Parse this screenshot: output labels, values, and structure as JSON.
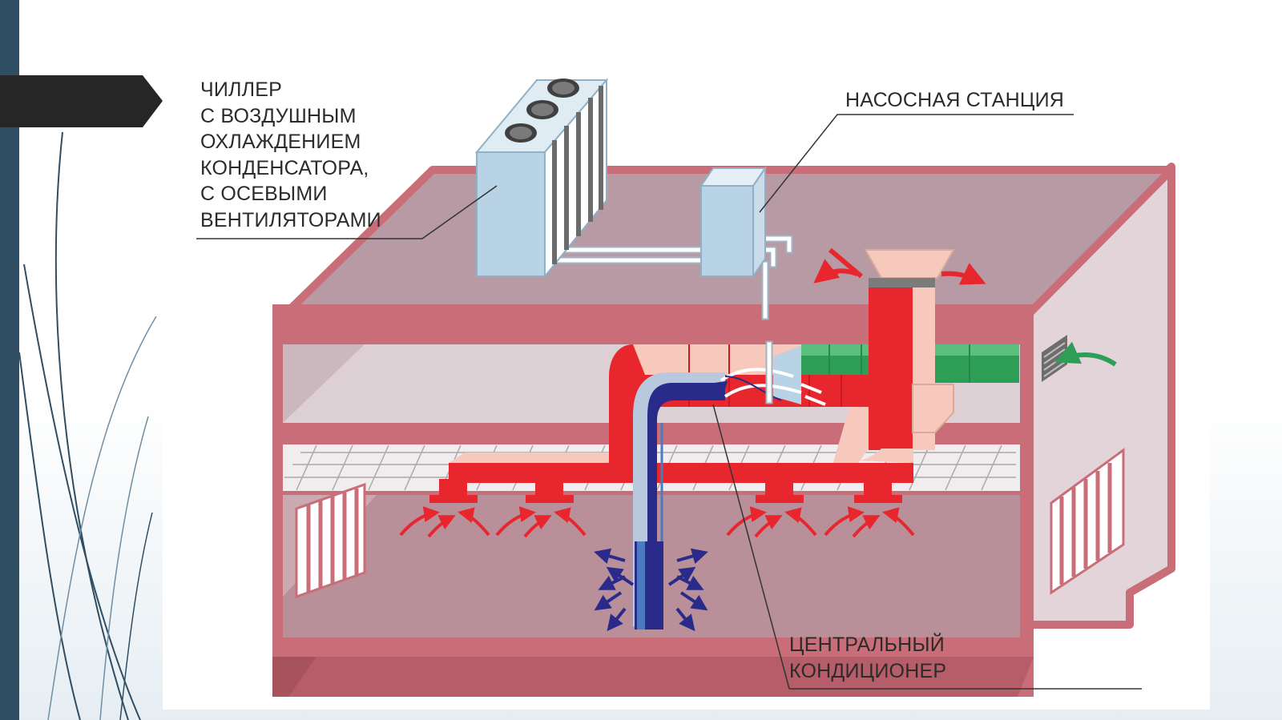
{
  "labels": {
    "chiller": "ЧИЛЛЕР\nС ВОЗДУШНЫМ\nОХЛАЖДЕНИЕМ\nКОНДЕНСАТОРА,\nС ОСЕВЫМИ\nВЕНТИЛЯТОРАМИ",
    "pump_station": "НАСОСНАЯ СТАНЦИЯ",
    "central_ac": "ЦЕНТРАЛЬНЫЙ\nКОНДИЦИОНЕР"
  },
  "colors": {
    "slide_bar": "#2f4d63",
    "title_arrow": "#262626",
    "building_frame": "#c96e78",
    "roof_fill": "#b79aa3",
    "floor_fill": "#e2d4d8",
    "supply_duct": "#e8262d",
    "return_duct": "#2a2a8a",
    "fresh_air_duct": "#2e9e57",
    "chiller_body": "#b8d3e5",
    "pale_pink": "#f6c9bc"
  }
}
